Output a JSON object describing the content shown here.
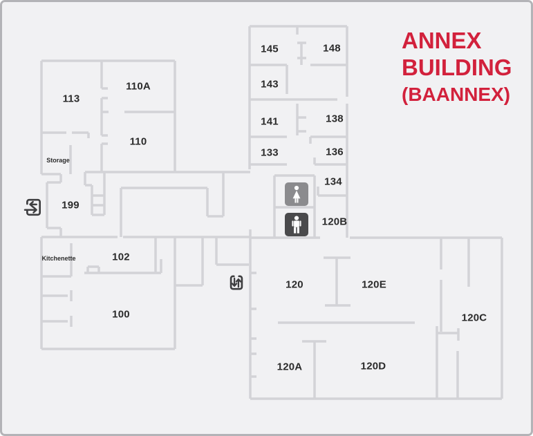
{
  "title": {
    "line1": "ANNEX",
    "line2": "BUILDING",
    "line3": "(BAANNEX)"
  },
  "rooms": {
    "113": "113",
    "110A": "110A",
    "110": "110",
    "storage": "Storage",
    "199": "199",
    "kitchenette": "Kitchenette",
    "102": "102",
    "100": "100",
    "145": "145",
    "148": "148",
    "143": "143",
    "141": "141",
    "138": "138",
    "133": "133",
    "136": "136",
    "134": "134",
    "120B": "120B",
    "120": "120",
    "120E": "120E",
    "120C": "120C",
    "120A": "120A",
    "120D": "120D"
  },
  "icons": [
    {
      "name": "entrance-exit-icon",
      "meaning": "entrance/exit with in-out arrows"
    },
    {
      "name": "women-restroom-icon",
      "meaning": "women's restroom"
    },
    {
      "name": "men-restroom-icon",
      "meaning": "men's restroom"
    },
    {
      "name": "elevator-icon",
      "meaning": "elevator up/down arrows"
    }
  ],
  "colors": {
    "title": "#d2213c",
    "wall": "#d3d3d7",
    "background": "#f1f1f3",
    "border": "#b3b3b7",
    "label": "#2b2b2b",
    "icon_dark": "#3e3e40",
    "restroom_female": "#8b8b8e",
    "restroom_male": "#4a4a4c"
  }
}
